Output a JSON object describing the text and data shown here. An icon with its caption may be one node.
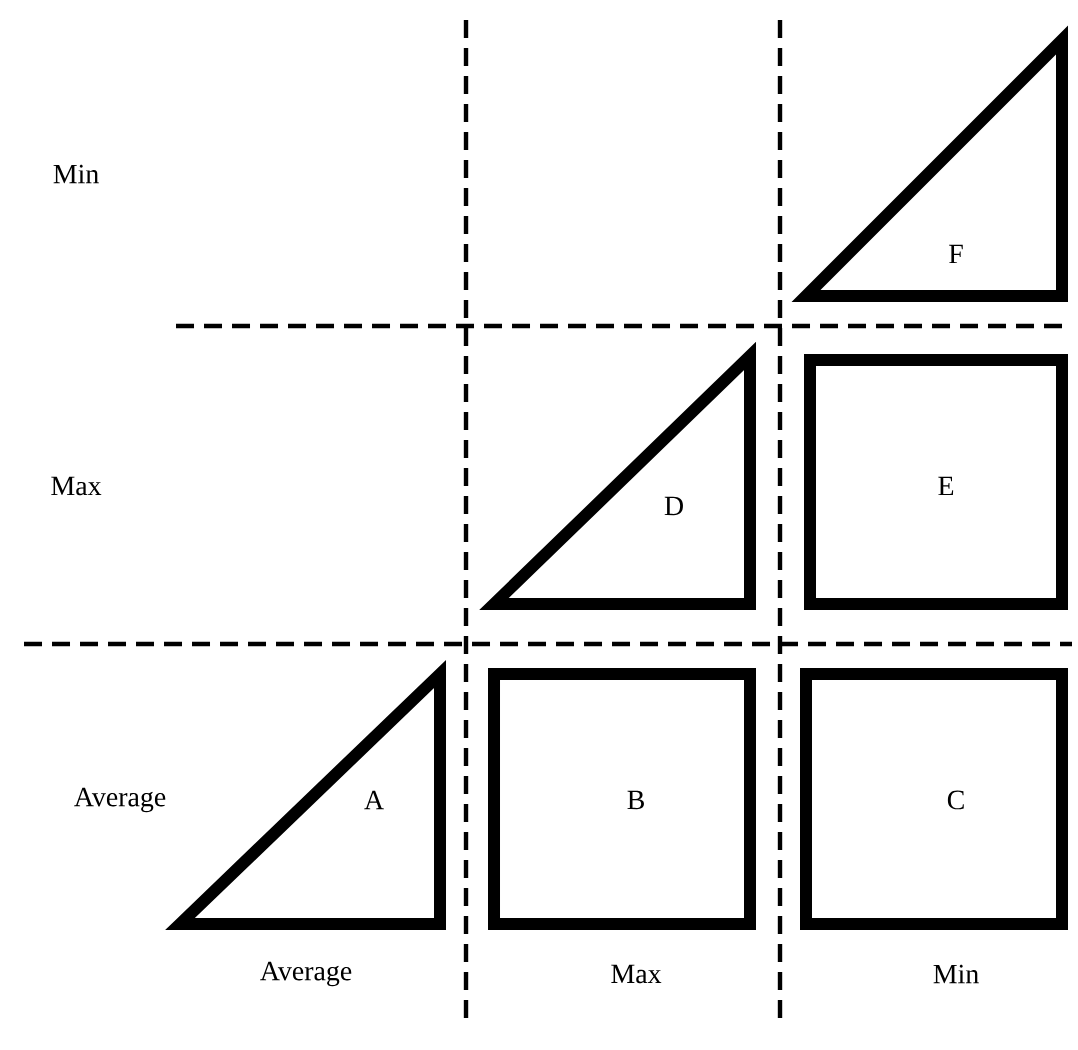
{
  "diagram": {
    "nodes": [
      {
        "text": [
          "F"
        ]
      },
      {
        "text": [
          "D"
        ]
      },
      {
        "text": [
          "E"
        ]
      },
      {
        "text": [
          "A"
        ]
      },
      {
        "text": [
          "B"
        ]
      },
      {
        "text": [
          "C"
        ]
      }
    ],
    "labels": [
      "Min",
      "Max",
      "Average",
      "Average",
      "Max",
      "Min"
    ]
  }
}
